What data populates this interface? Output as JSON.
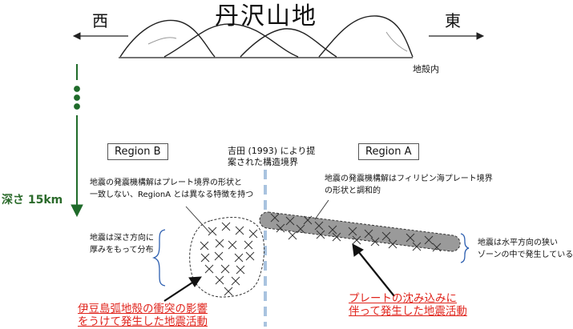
{
  "title": "丹沢山地",
  "direction_west": "西",
  "direction_east": "東",
  "crust_label": "地殻内",
  "depth_label": "深さ 15km",
  "region_b": "Region B",
  "region_a": "Region A",
  "boundary_label": "吉田 (1993) により提案された構造境界",
  "note_b": [
    "地震の発震機構解はプレート境界の形状と",
    "一致しない、RegionA とは異なる特徴を持つ"
  ],
  "note_a": [
    "地震の発震機構解はフィリピン海プレート境界",
    "の形状と調和的"
  ],
  "left_side_note": [
    "地震は深さ方向に",
    "厚みをもって分布"
  ],
  "right_side_note": [
    "地震は水平方向の狭い",
    "ゾーンの中で発生している"
  ],
  "red_left": [
    "伊豆島弧地殻の衝突の影響",
    "をうけて発生した地震活動"
  ],
  "red_right": [
    "プレートの沈み込みに",
    "伴って発生した地震活動"
  ],
  "colors": {
    "green_arrow": "#1f6b2a",
    "boundary_dash": "#a9c3df",
    "slab_fill": "#9a9a9a",
    "red_text": "#e0241c",
    "brace_blue": "#2d5fb0"
  }
}
